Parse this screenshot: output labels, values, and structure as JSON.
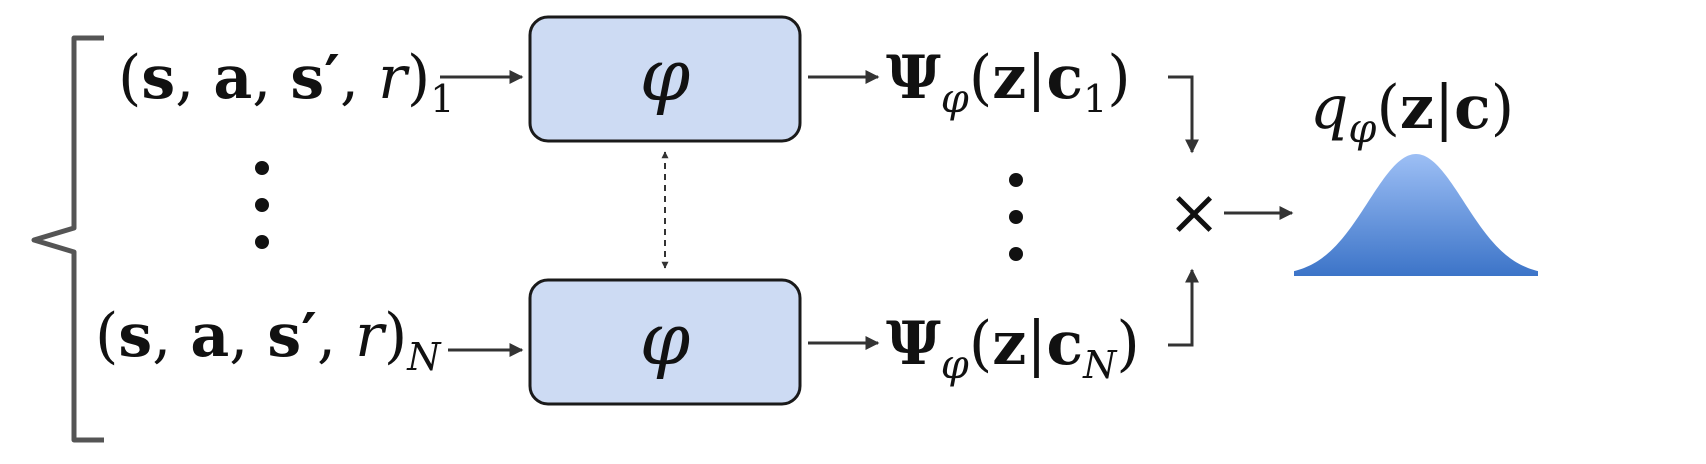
{
  "diagram": {
    "inputs": {
      "top": {
        "open": "(",
        "s": "s",
        "sep1": ", ",
        "a": "a",
        "sep2": ", ",
        "sprime": "s′",
        "sep3": ", ",
        "r": "r",
        "close": ")",
        "sub": "1"
      },
      "bottom": {
        "open": "(",
        "s": "s",
        "sep1": ", ",
        "a": "a",
        "sep2": ", ",
        "sprime": "s′",
        "sep3": ", ",
        "r": "r",
        "close": ")",
        "sub": "N"
      }
    },
    "encoders": {
      "top_label": "φ",
      "bottom_label": "φ",
      "fill": "#cddbf3",
      "stroke": "#1a1a1a"
    },
    "factors": {
      "top": {
        "psi": "Ψ",
        "psi_sub": "φ",
        "open": "(",
        "z": "z",
        "bar": "|",
        "c": "c",
        "c_sub": "1",
        "close": ")"
      },
      "bottom": {
        "psi": "Ψ",
        "psi_sub": "φ",
        "open": "(",
        "z": "z",
        "bar": "|",
        "c": "c",
        "c_sub": "N",
        "close": ")"
      }
    },
    "product_symbol": "×",
    "posterior": {
      "q": "q",
      "q_sub": "φ",
      "open": "(",
      "z": "z",
      "bar": "|",
      "c": "c",
      "close": ")"
    },
    "gaussian_colors": {
      "top": "#9dbff5",
      "bottom": "#3c74c8"
    },
    "arrow_color": "#333333",
    "bracket_color": "#555555"
  }
}
